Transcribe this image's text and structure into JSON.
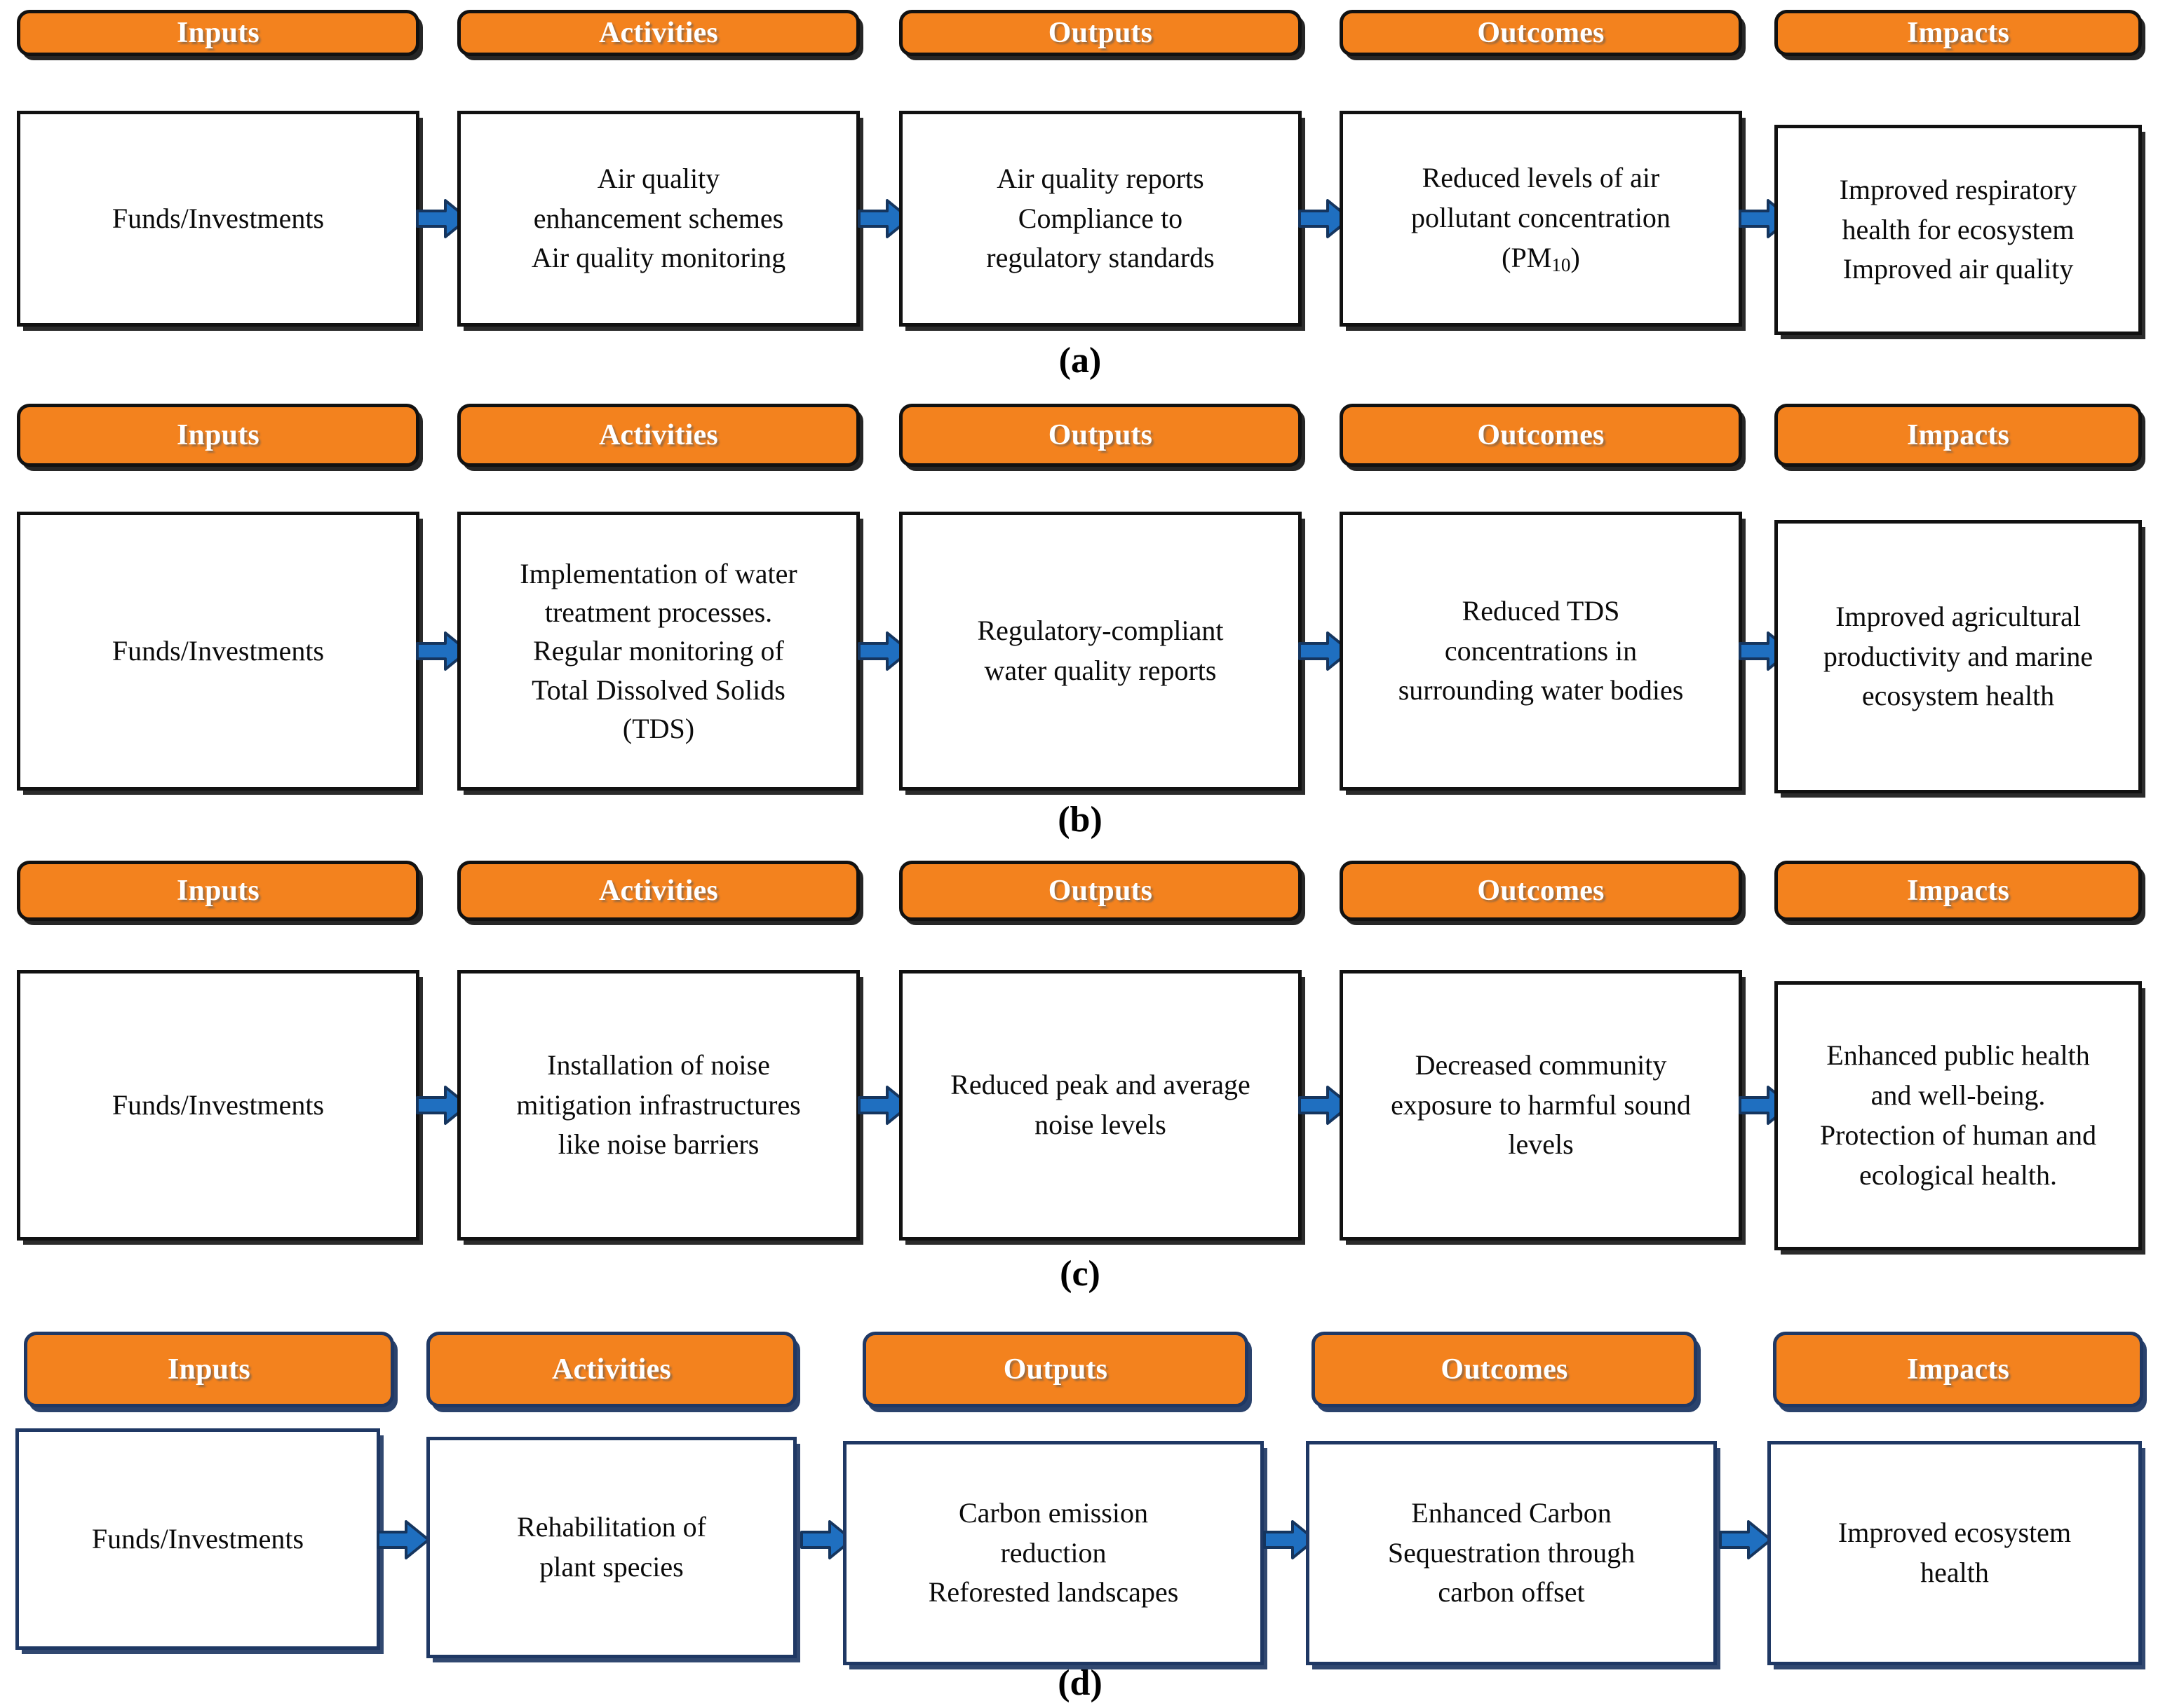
{
  "figure": {
    "type": "logic-model-flow-diagram",
    "columns": [
      "Inputs",
      "Activities",
      "Outputs",
      "Outcomes",
      "Impacts"
    ],
    "accent_orange": "#F3821E",
    "border_black": "#111111",
    "border_navy": "#1F3864",
    "arrow_fill": "#1F6FC0",
    "arrow_stroke": "#15355E",
    "header_text_color": "#FFFFFF"
  },
  "panels": [
    {
      "caption": "(a)",
      "theme": "dark",
      "headers": [
        "Inputs",
        "Activities",
        "Outputs",
        "Outcomes",
        "Impacts"
      ],
      "cells": [
        "Funds/Investments",
        "Air quality\nenhancement schemes\nAir quality monitoring",
        "Air quality reports\nCompliance to\nregulatory standards",
        "Reduced levels of air\npollutant concentration\n(PM10)",
        "Improved respiratory\nhealth for ecosystem\nImproved air quality"
      ],
      "cell_outcome_prefix": "Reduced levels of air\npollutant concentration\n(PM",
      "cell_outcome_sub": "10",
      "cell_outcome_suffix": ")"
    },
    {
      "caption": "(b)",
      "theme": "dark",
      "headers": [
        "Inputs",
        "Activities",
        "Outputs",
        "Outcomes",
        "Impacts"
      ],
      "cells": [
        "Funds/Investments",
        "Implementation of water\ntreatment processes.\nRegular monitoring of\nTotal Dissolved Solids\n(TDS)",
        "Regulatory-compliant\nwater quality reports",
        "Reduced TDS\nconcentrations in\nsurrounding water bodies",
        "Improved agricultural\nproductivity and marine\necosystem health"
      ]
    },
    {
      "caption": "(c)",
      "theme": "dark",
      "headers": [
        "Inputs",
        "Activities",
        "Outputs",
        "Outcomes",
        "Impacts"
      ],
      "cells": [
        "Funds/Investments",
        "Installation of noise\nmitigation infrastructures\nlike noise barriers",
        "Reduced peak and average\nnoise levels",
        "Decreased community\nexposure to harmful sound\nlevels",
        "Enhanced public health\nand well-being.\nProtection of human and\necological health."
      ]
    },
    {
      "caption": "(d)",
      "theme": "navy",
      "headers": [
        "Inputs",
        "Activities",
        "Outputs",
        "Outcomes",
        "Impacts"
      ],
      "cells": [
        "Funds/Investments",
        "Rehabilitation of\nplant species",
        "Carbon emission\nreduction\nReforested landscapes",
        "Enhanced Carbon\nSequestration through\ncarbon offset",
        "Improved ecosystem\nhealth"
      ]
    }
  ],
  "arrow_icon": "right-block-arrow-icon"
}
